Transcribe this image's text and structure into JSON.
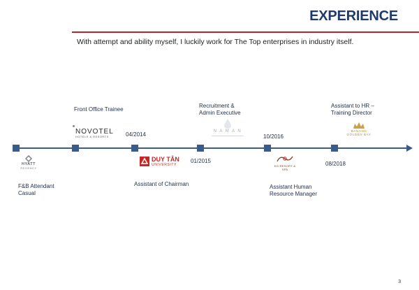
{
  "slide": {
    "title": "EXPERIENCE",
    "intro": "With attempt and ability myself, I luckily work for The Top enterprises in industry itself.",
    "page_number": "3"
  },
  "colors": {
    "accent": "#b3242b",
    "timeline": "#3a5a8a",
    "title": "#1f3a6e"
  },
  "logos": {
    "hyatt": {
      "name": "HYATT",
      "sub": "REGENCY"
    },
    "novotel": {
      "name": "NOVOTEL",
      "sub": "HOTELS & RESORTS"
    },
    "duytan": {
      "name": "DUY TÂN",
      "sub": "UNIVERSITY"
    },
    "naman": {
      "name": "N A M A N"
    },
    "kg": {
      "name": "KG",
      "sub": "KG RESORT & SPA"
    },
    "danang": {
      "name": "DANANG",
      "sub": "GOLDEN BAY"
    }
  },
  "timeline": {
    "roles": {
      "fb": "F&B Attendant Casual",
      "front_office": "Front Office Trainee",
      "chairman": "Assistant of Chairman",
      "recruitment": "Recruitment & Admin Executive",
      "hr_manager": "Assistant Human Resource Manager",
      "hr_director": "Assistant to HR – Training Director"
    },
    "dates": {
      "d1": "04/2014",
      "d2": "01/2015",
      "d3": "10/2016",
      "d4": "08/2018"
    }
  }
}
